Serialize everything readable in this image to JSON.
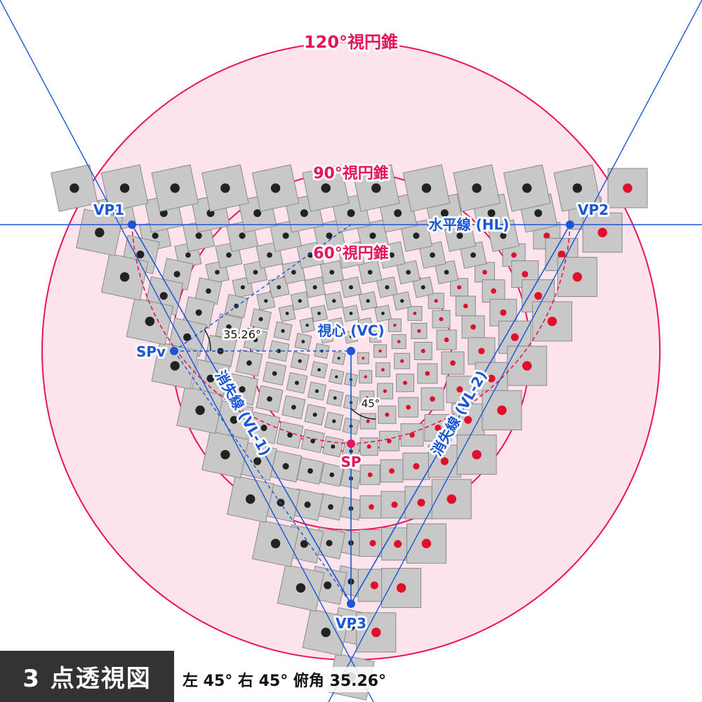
{
  "cones": [
    {
      "label": "120°視円錐"
    },
    {
      "label": "90°視円錐"
    },
    {
      "label": "60°視円錐"
    }
  ],
  "points": {
    "vp1": "VP1",
    "vp2": "VP2",
    "vp3": "VP3",
    "spv": "SPv",
    "sp": "SP",
    "vc": "視心 (VC)"
  },
  "lines": {
    "horizon": "水平線 (HL)",
    "vl1": "消失線 (VL-1)",
    "vl2": "消失線 (VL-2)"
  },
  "angles": {
    "spv_angle": "35.26°",
    "sp_angle": "45°"
  },
  "title": "3 点透視図",
  "subtitle": "左 45° 右 45° 俯角 35.26°",
  "colors": {
    "cone": "#e8145a",
    "cone_fill": "#fde3ec",
    "line": "#1a56d6",
    "point_blue": "#1a56d6",
    "point_pink": "#e8145a",
    "die_face": "#c8c8c8",
    "die_pip": "#222222",
    "die_pip_red": "#e0102a"
  }
}
